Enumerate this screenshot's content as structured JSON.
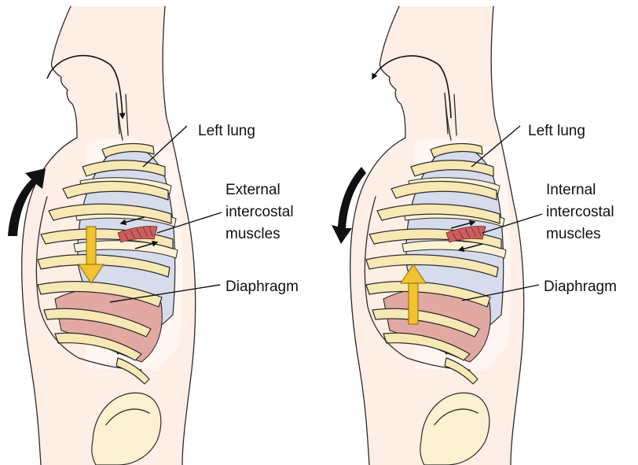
{
  "panels": [
    {
      "labels": {
        "left_lung": "Left lung",
        "intercostal_line1": "External",
        "intercostal_line2": "intercostal",
        "intercostal_line3": "muscles",
        "diaphragm": "Diaphragm"
      },
      "breath_direction": "inhale",
      "chest_motion": "up",
      "diaphragm_motion": "down"
    },
    {
      "labels": {
        "left_lung": "Left lung",
        "intercostal_line1": "Internal",
        "intercostal_line2": "intercostal",
        "intercostal_line3": "muscles",
        "diaphragm": "Diaphragm"
      },
      "breath_direction": "exhale",
      "chest_motion": "down",
      "diaphragm_motion": "up"
    }
  ],
  "colors": {
    "lung": "#d7dcec",
    "rib": "#f8e8b4",
    "diaphragm": "#e2a9a3",
    "skin": "#fdeee6",
    "movement_arrow": "#f2c230",
    "chest_arrow": "#111111"
  }
}
